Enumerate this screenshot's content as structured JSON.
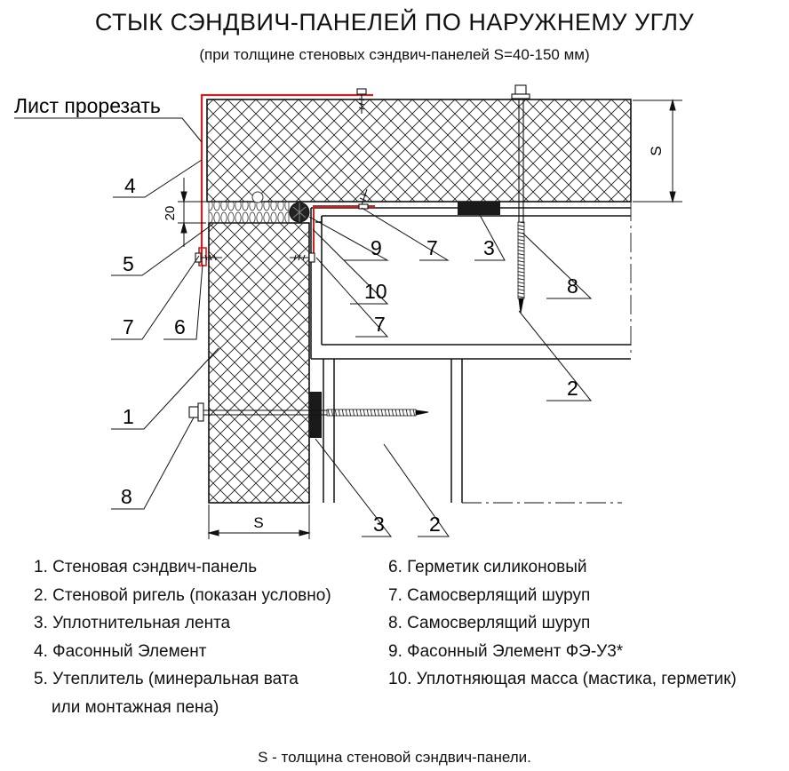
{
  "title": "СТЫК СЭНДВИЧ-ПАНЕЛЕЙ ПО НАРУЖНЕМУ УГЛУ",
  "subtitle": "(при толщине стеновых сэндвич-панелей S=40-150 мм)",
  "callouts": {
    "cut_note": "Лист прорезать",
    "n1": "1",
    "n2a": "2",
    "n2b": "2",
    "n3a": "3",
    "n3b": "3",
    "n4": "4",
    "n5": "5",
    "n6": "6",
    "n7a": "7",
    "n7b": "7",
    "n7c": "7",
    "n8a": "8",
    "n8b": "8",
    "n9": "9",
    "n10": "10"
  },
  "dimensions": {
    "thickness": "S",
    "gap": "20"
  },
  "legend": {
    "left": [
      "1. Стеновая сэндвич-панель",
      "2. Стеновой ригель (показан условно)",
      "3. Уплотнительная лента",
      "4. Фасонный Элемент",
      "5. Утеплитель (минеральная вата",
      "или монтажная пена)"
    ],
    "right": [
      "6. Герметик силиконовый",
      "7. Самосверлящий шуруп",
      "8. Самосверлящий шуруп",
      "9. Фасонный Элемент ФЭ-У3*",
      "10. Уплотняющая масса (мастика, герметик)"
    ]
  },
  "footnote": "S - толщина стеновой сэндвич-панели.",
  "colors": {
    "trim": "#d12020",
    "line": "#111111"
  }
}
